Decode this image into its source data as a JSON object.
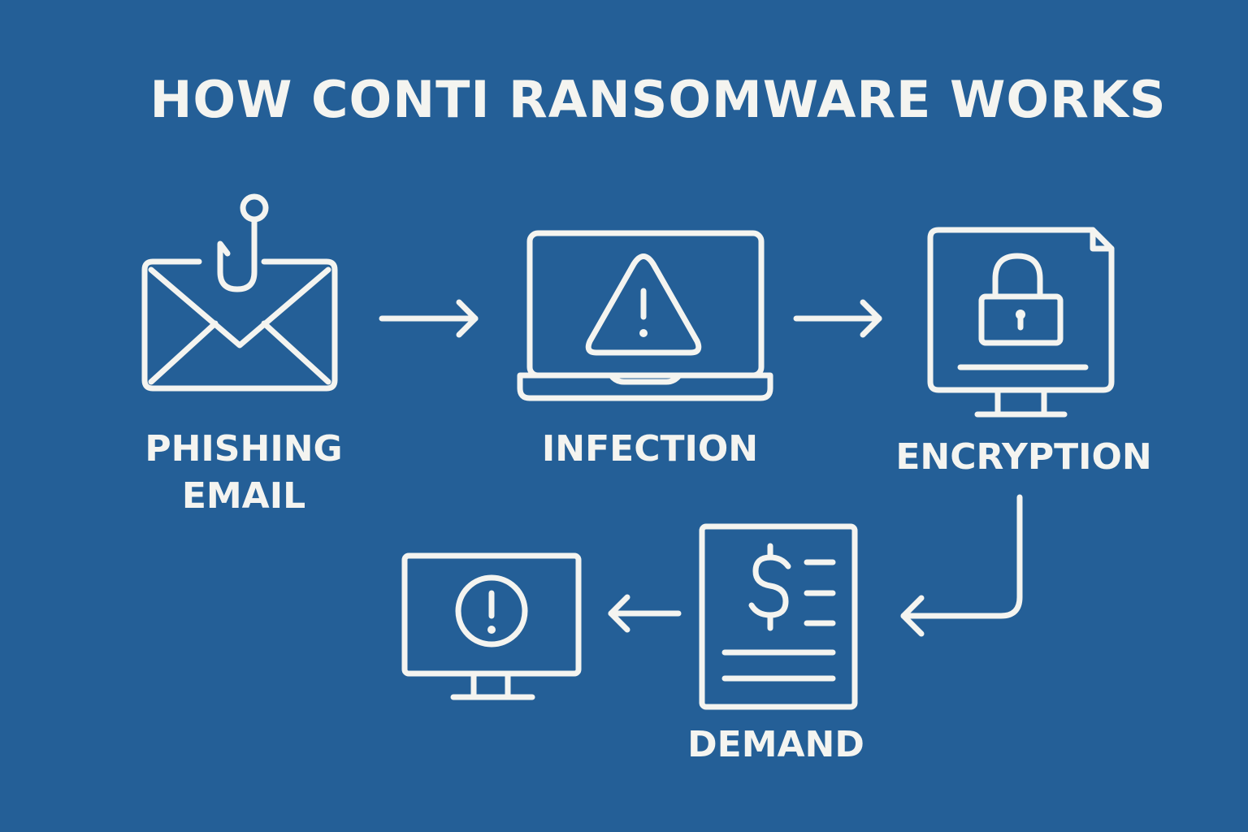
{
  "title": "HOW CONTI RANSOMWARE WORKS",
  "steps": {
    "phishing": {
      "line1": "PHISHING",
      "line2": "EMAIL",
      "icon": "phishing-email-icon"
    },
    "infection": {
      "label": "INFECTION",
      "icon": "infected-laptop-icon"
    },
    "encryption": {
      "label": "ENCRYPTION",
      "icon": "encrypted-file-monitor-icon"
    },
    "demand": {
      "label": "DEMAND",
      "icon": "ransom-note-icon"
    },
    "alert": {
      "icon": "alert-monitor-icon"
    }
  },
  "colors": {
    "background": "#245f97",
    "foreground": "#f4f4f0"
  }
}
